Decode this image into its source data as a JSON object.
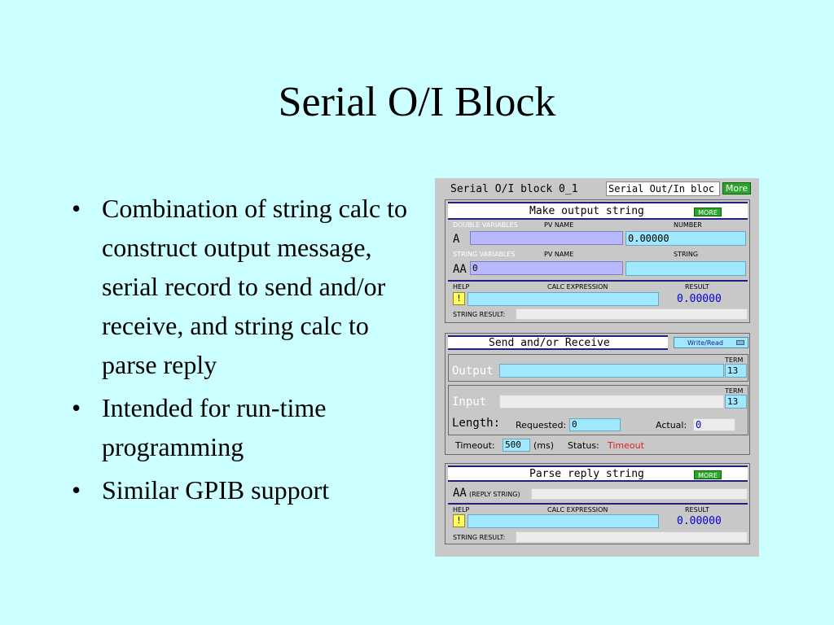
{
  "slide": {
    "title": "Serial O/I Block",
    "bullets": [
      "Combination of string calc to construct output message, serial record to send and/or receive, and string calc to parse reply",
      "Intended for run-time programming",
      "Similar GPIB support"
    ]
  },
  "panel": {
    "window_title": "Serial O/I block 0_1",
    "desc_value": "Serial Out/In bloc",
    "more_label": "More",
    "make_output": {
      "title": "Make output string",
      "more_label": "MORE",
      "double_vars_label": "DOUBLE VARIABLES",
      "pv_name_label": "PV NAME",
      "number_label": "NUMBER",
      "var_a": "A",
      "pv_a_value": "",
      "number_value": "0.00000",
      "string_vars_label": "STRING VARIABLES",
      "pv_name_label2": "PV NAME",
      "string_label": "STRING",
      "var_aa": "AA",
      "pv_aa_value": "0",
      "string_value": "",
      "help_label": "HELP",
      "calc_expr_label": "CALC EXPRESSION",
      "result_label": "RESULT",
      "help_button": "!",
      "calc_value": "",
      "result_value": "0.00000",
      "string_result_label": "STRING RESULT:",
      "string_result_value": ""
    },
    "send_receive": {
      "title": "Send and/or Receive",
      "mode_value": "Write/Read",
      "output_label": "Output",
      "output_value": "",
      "term_label_1": "TERM",
      "term_value_1": "13",
      "input_label": "Input",
      "input_value": "",
      "term_label_2": "TERM",
      "term_value_2": "13",
      "length_label": "Length:",
      "requested_label": "Requested:",
      "requested_value": "0",
      "actual_label": "Actual:",
      "actual_value": "0",
      "timeout_label": "Timeout:",
      "timeout_value": "500",
      "timeout_unit": "(ms)",
      "status_label": "Status:",
      "status_value": "Timeout"
    },
    "parse_reply": {
      "title": "Parse reply string",
      "more_label": "MORE",
      "var_aa": "AA",
      "reply_string_label": "(REPLY STRING)",
      "reply_value": "",
      "help_label": "HELP",
      "calc_expr_label": "CALC EXPRESSION",
      "result_label": "RESULT",
      "help_button": "!",
      "calc_value": "",
      "result_value": "0.00000",
      "string_result_label": "STRING RESULT:",
      "string_result_value": ""
    }
  }
}
